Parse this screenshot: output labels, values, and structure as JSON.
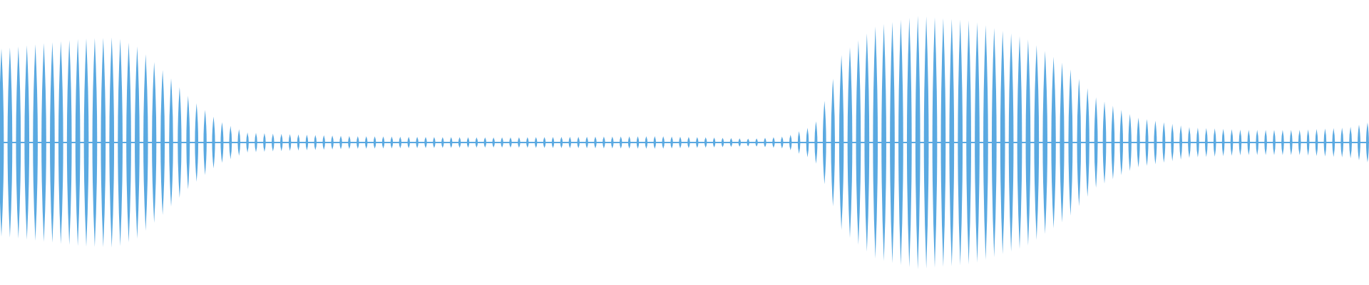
{
  "waveform": {
    "color": "#5aa9e1",
    "background": "#ffffff",
    "peak_count": 80,
    "envelope": [
      [
        0.0,
        0.74
      ],
      [
        0.03,
        0.78
      ],
      [
        0.06,
        0.82
      ],
      [
        0.085,
        0.83
      ],
      [
        0.1,
        0.76
      ],
      [
        0.12,
        0.56
      ],
      [
        0.14,
        0.34
      ],
      [
        0.16,
        0.17
      ],
      [
        0.18,
        0.08
      ],
      [
        0.2,
        0.07
      ],
      [
        0.23,
        0.06
      ],
      [
        0.26,
        0.05
      ],
      [
        0.3,
        0.045
      ],
      [
        0.36,
        0.04
      ],
      [
        0.42,
        0.045
      ],
      [
        0.48,
        0.05
      ],
      [
        0.52,
        0.04
      ],
      [
        0.55,
        0.03
      ],
      [
        0.575,
        0.05
      ],
      [
        0.595,
        0.14
      ],
      [
        0.605,
        0.4
      ],
      [
        0.615,
        0.7
      ],
      [
        0.64,
        0.92
      ],
      [
        0.67,
        1.0
      ],
      [
        0.71,
        0.96
      ],
      [
        0.75,
        0.82
      ],
      [
        0.78,
        0.6
      ],
      [
        0.8,
        0.36
      ],
      [
        0.83,
        0.2
      ],
      [
        0.87,
        0.12
      ],
      [
        0.91,
        0.1
      ],
      [
        0.95,
        0.1
      ],
      [
        0.985,
        0.12
      ],
      [
        1.0,
        0.16
      ]
    ]
  }
}
